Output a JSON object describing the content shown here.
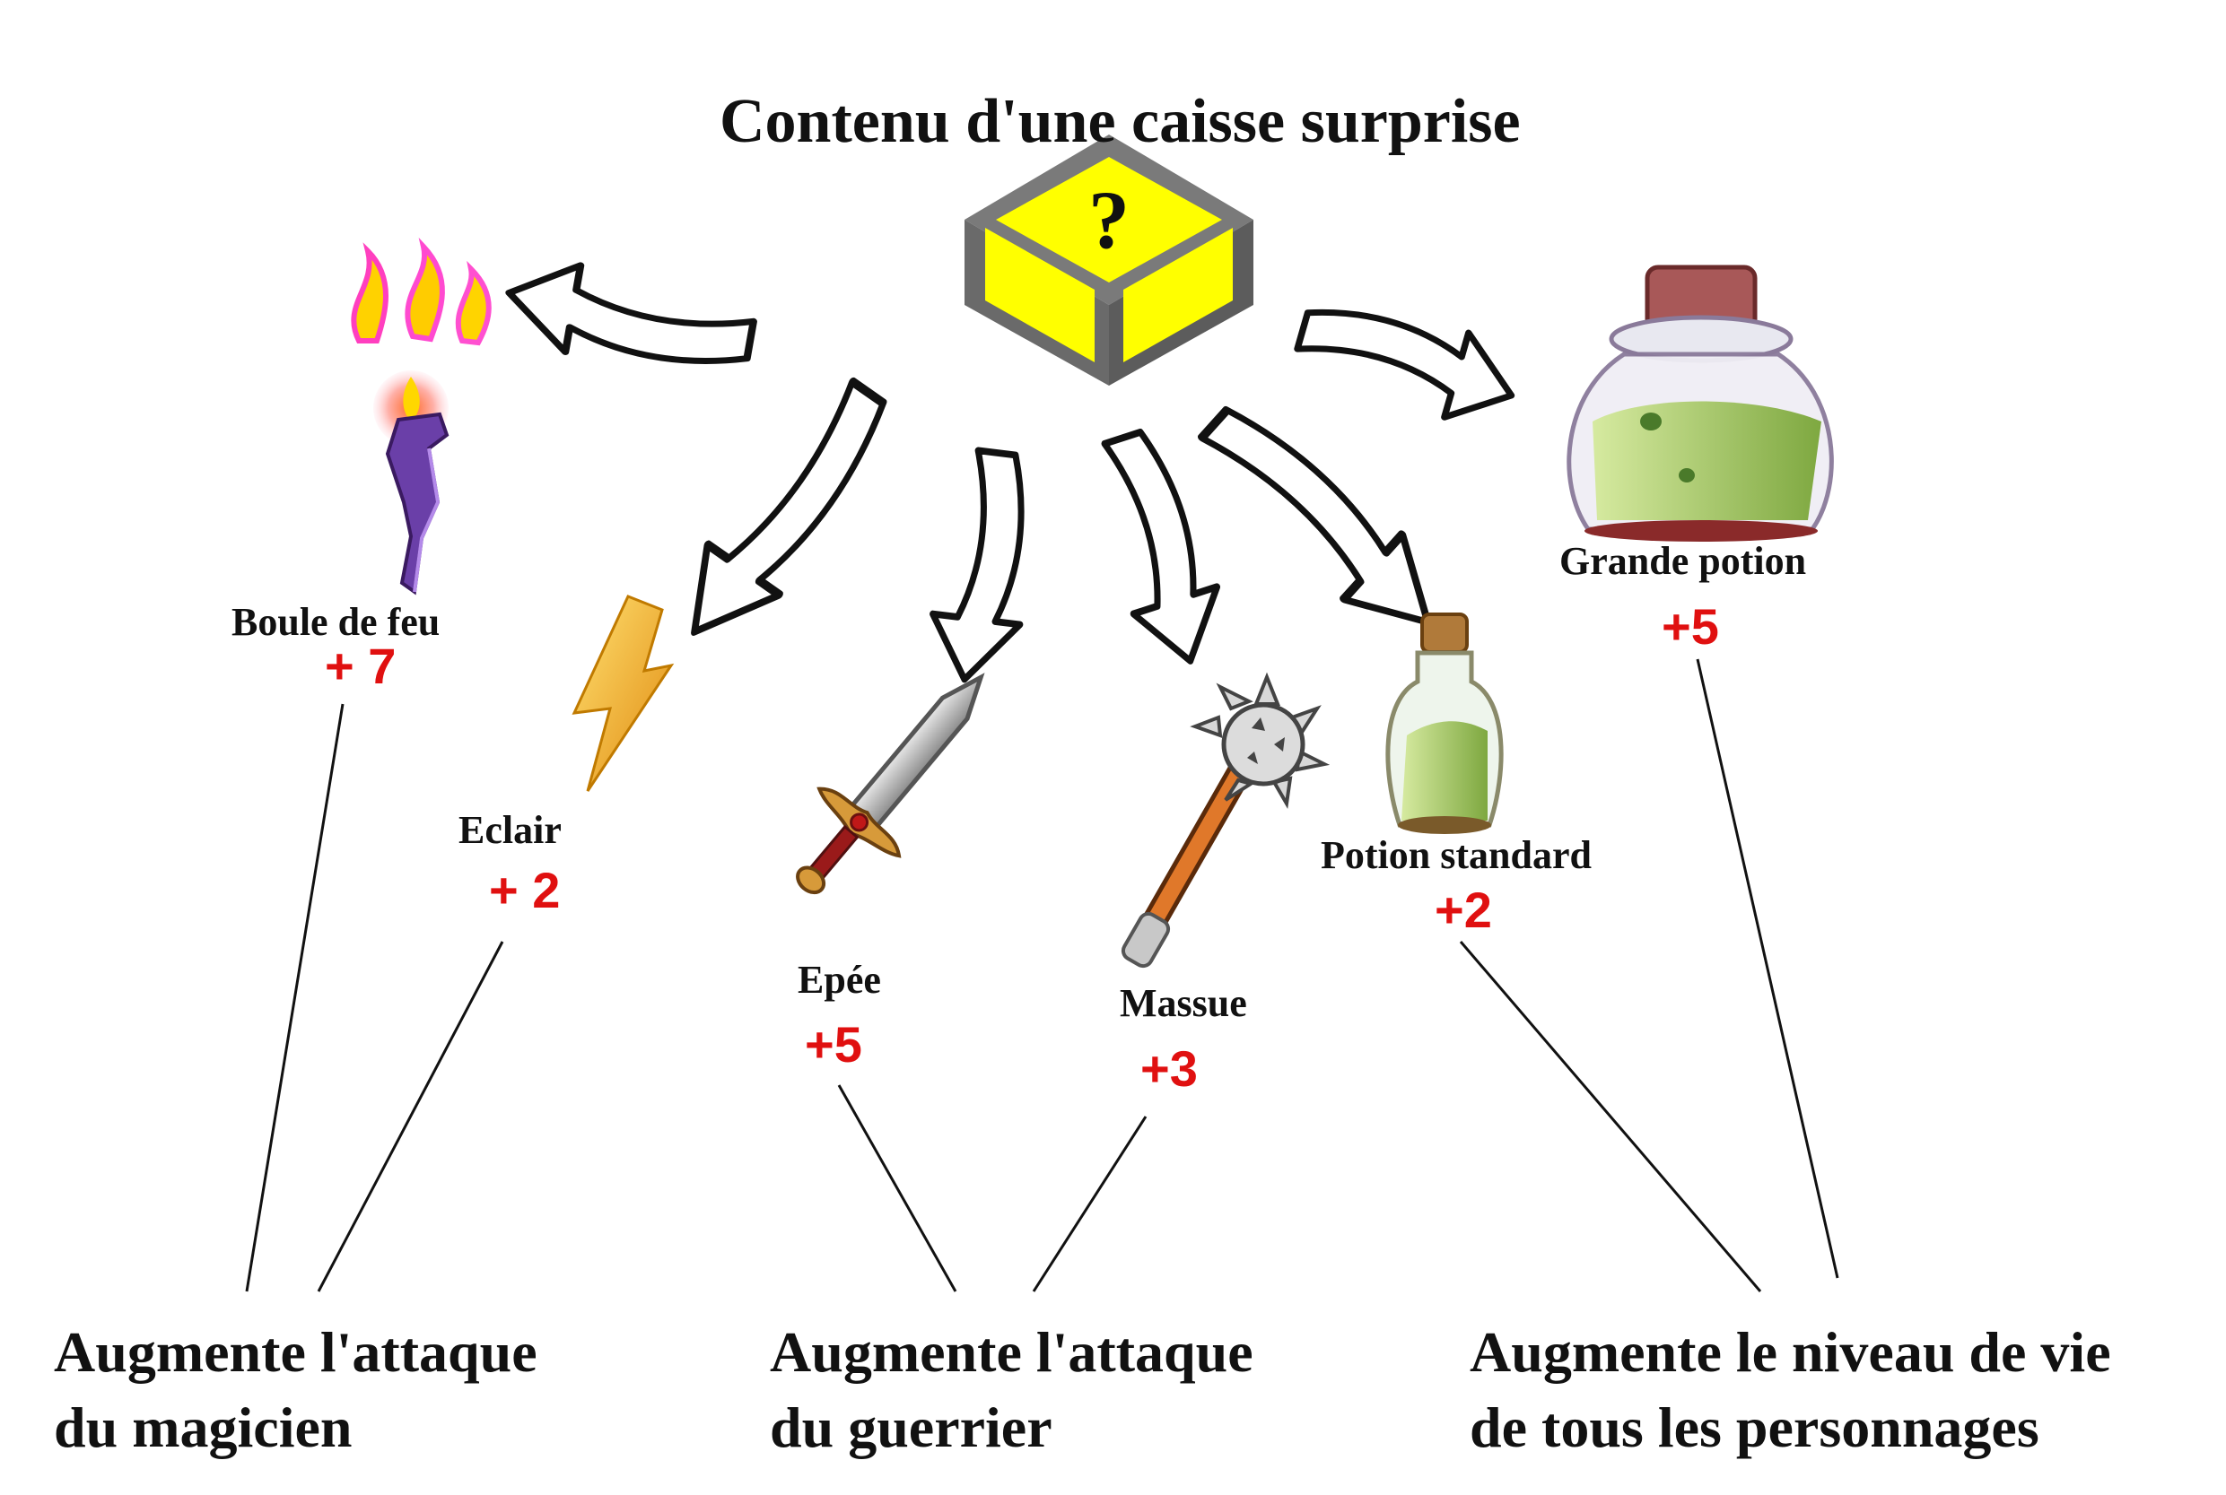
{
  "title": "Contenu d'une caisse surprise",
  "colors": {
    "bonus": "#e01010",
    "crate_yellow": "#ffff00",
    "crate_grey": "#6e6e6e",
    "lines": "#000000"
  },
  "center": {
    "name": "Caisse surprise",
    "icon": "question-crate-icon"
  },
  "items": [
    {
      "name": "Boule de feu",
      "bonus": "+ 7",
      "icon": "fire-staff-icon",
      "group": "magicien"
    },
    {
      "name": "Eclair",
      "bonus": "+ 2",
      "icon": "lightning-bolt-icon",
      "group": "magicien"
    },
    {
      "name": "Epée",
      "bonus": "+5",
      "icon": "sword-icon",
      "group": "guerrier"
    },
    {
      "name": "Massue",
      "bonus": "+3",
      "icon": "spiked-mace-icon",
      "group": "guerrier"
    },
    {
      "name": "Potion standard",
      "bonus": "+2",
      "icon": "small-potion-icon",
      "group": "tous"
    },
    {
      "name": "Grande potion",
      "bonus": "+5",
      "icon": "large-potion-icon",
      "group": "tous"
    }
  ],
  "groups": [
    {
      "id": "magicien",
      "line1": "Augmente l'attaque",
      "line2": "du magicien"
    },
    {
      "id": "guerrier",
      "line1": "Augmente l'attaque",
      "line2": "du guerrier"
    },
    {
      "id": "tous",
      "line1": "Augmente le niveau de vie",
      "line2": "de tous les personnages"
    }
  ]
}
